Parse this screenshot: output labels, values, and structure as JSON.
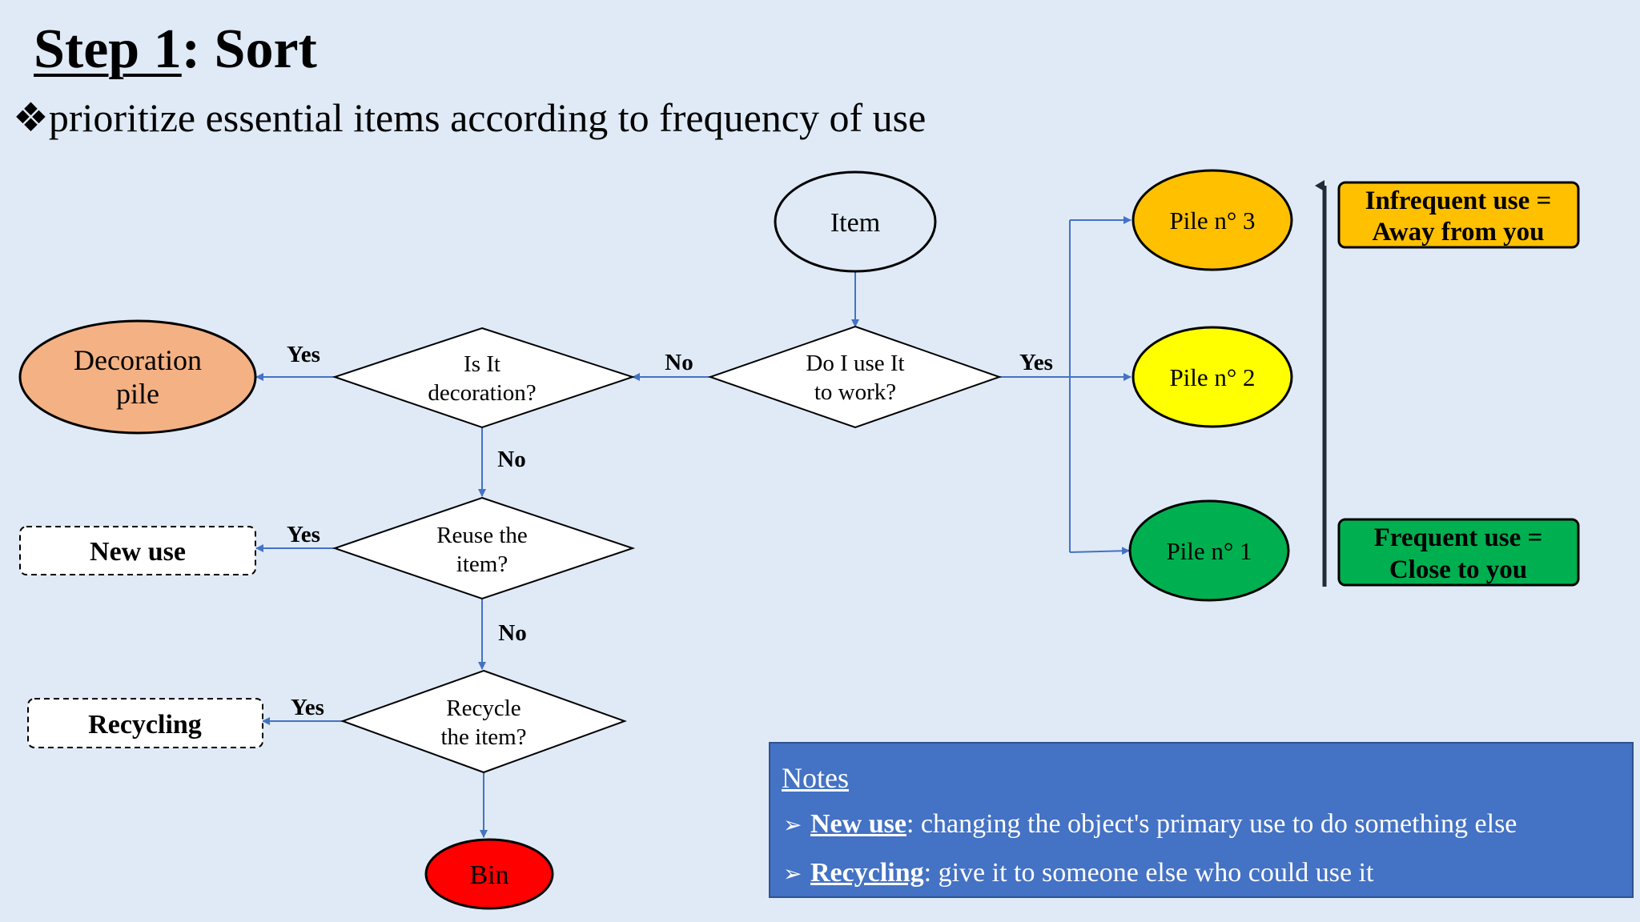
{
  "title": {
    "step": "Step 1",
    "rest": ": Sort"
  },
  "subtitle": {
    "bullet": "❖",
    "text": "prioritize essential items according to frequency of use"
  },
  "nodes": {
    "item": "Item",
    "do_i_use_1": "Do I use It",
    "do_i_use_2": "to work?",
    "is_deco_1": "Is It",
    "is_deco_2": "decoration?",
    "reuse_1": "Reuse the",
    "reuse_2": "item?",
    "recycle_q_1": "Recycle",
    "recycle_q_2": "the item?",
    "decoration_1": "Decoration",
    "decoration_2": "pile",
    "new_use": "New use",
    "recycling": "Recycling",
    "bin": "Bin",
    "pile3": "Pile n° 3",
    "pile2": "Pile n° 2",
    "pile1": "Pile n° 1",
    "infrequent_1": "Infrequent use =",
    "infrequent_2": "Away from you",
    "frequent_1": "Frequent use =",
    "frequent_2": "Close to you"
  },
  "labels": {
    "yes_work": "Yes",
    "no_work": "No",
    "yes_deco": "Yes",
    "no_deco": "No",
    "yes_reuse": "Yes",
    "no_reuse": "No",
    "yes_recycle": "Yes"
  },
  "colors": {
    "connector": "#4472c4",
    "decoration": "#f4b183",
    "pile3": "#ffc000",
    "pile2": "#ffff00",
    "pile1": "#00b050",
    "bin": "#ff0000",
    "notes_bg": "#4472c4"
  },
  "notes": {
    "title": "Notes",
    "items": [
      {
        "term": "New use",
        "desc": ": changing the object's primary use to do something else"
      },
      {
        "term": "Recycling",
        "desc": ": give it to someone else who could use it"
      }
    ]
  }
}
